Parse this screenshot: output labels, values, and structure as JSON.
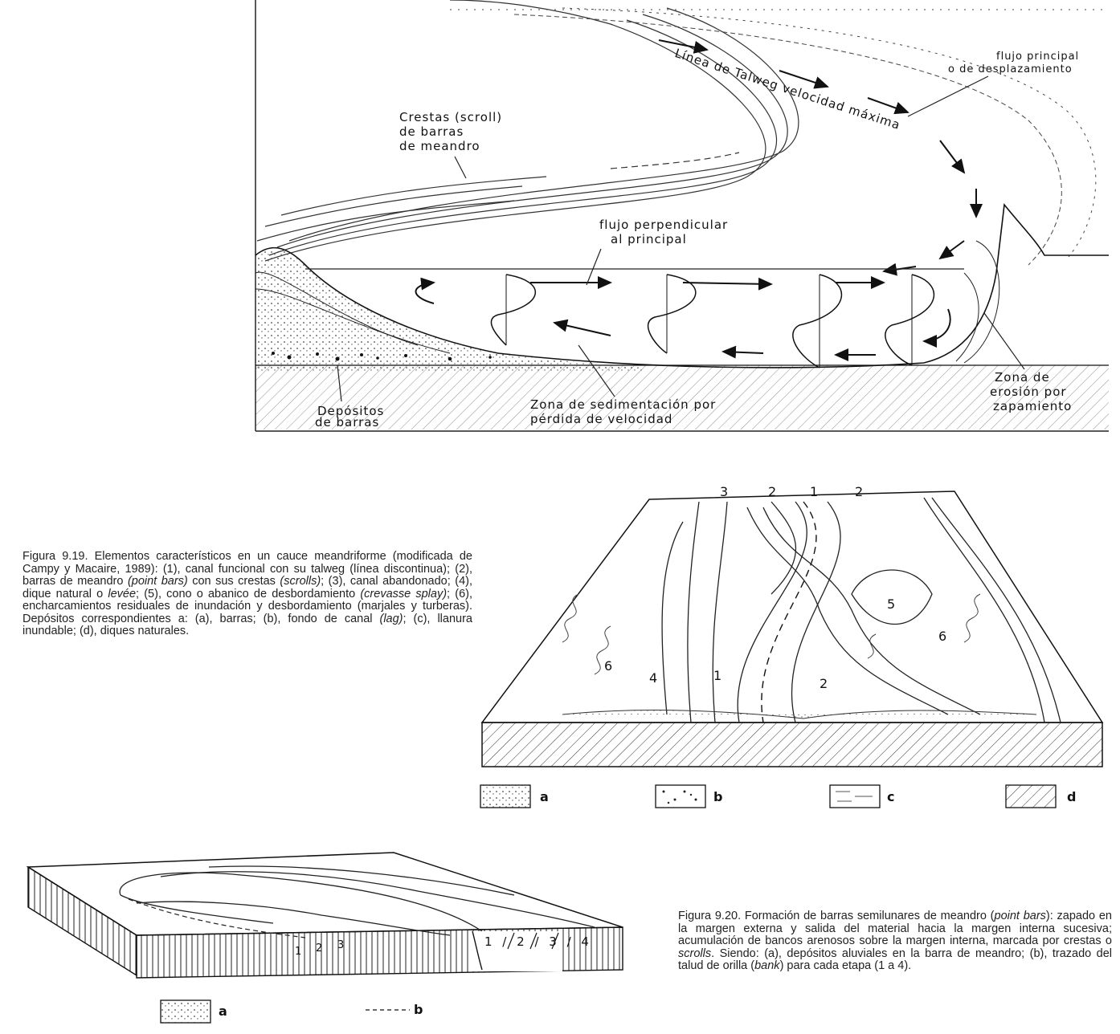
{
  "figure_top": {
    "labels": {
      "linea_talweg": "Línea de Talweg velocidad máxima",
      "flujo_principal_1": "flujo principal",
      "flujo_principal_2": "o de desplazamiento",
      "crestas_1": "Crestas (scroll)",
      "crestas_2": "de barras",
      "crestas_3": "de meandro",
      "flujo_perp_1": "flujo perpendicular",
      "flujo_perp_2": "al principal",
      "depositos_1": "Depósitos",
      "depositos_2": "de barras",
      "zona_sed_1": "Zona de sedimentación por",
      "zona_sed_2": "pérdida de velocidad",
      "zona_ero_1": "Zona de",
      "zona_ero_2": "erosión por",
      "zona_ero_3": "zapamiento"
    }
  },
  "figure_919": {
    "caption_parts": [
      "Figura 9.19. Elementos característicos en un cauce meandriforme (modificada de Campy y Macaire, 1989): (1), canal funcional con su talweg (línea discontinua); (2), barras de meandro ",
      "(point bars)",
      " con sus crestas ",
      "(scrolls)",
      "; (3), canal abandonado; (4), dique natural o ",
      "levée",
      "; (5), cono o abanico de desbordamiento ",
      "(crevasse splay)",
      "; (6), encharcamientos residuales de inundación y desbordamiento (marjales y turberas). Depósitos correspondientes a: (a), barras; (b), fondo de canal ",
      "(lag)",
      "; (c), llanura inundable; (d), diques naturales."
    ],
    "block_numbers": {
      "top": [
        "3",
        "2",
        "1",
        "2"
      ],
      "n6_left": "6",
      "n4": "4",
      "n1": "1",
      "n2": "2",
      "n5": "5",
      "n6_right": "6"
    },
    "legend": [
      {
        "key": "a"
      },
      {
        "key": "b"
      },
      {
        "key": "c"
      },
      {
        "key": "d"
      }
    ]
  },
  "figure_920": {
    "caption_parts": [
      "Figura 9.20. Formación de barras semilunares de meandro (",
      "point bars",
      "): zapado en la margen externa y salida del material hacia la margen interna sucesiva; acumulación de bancos arenosos sobre la margen interna, marcada por crestas o ",
      "scrolls",
      ". Siendo: (a), depósitos aluviales en la barra de meandro; (b), trazado del talud de orilla (",
      "bank",
      ") para cada etapa (1 a 4)."
    ],
    "stages_right": "1 / 2 / 3 / 4",
    "stages_left": [
      "1",
      "2",
      "3"
    ],
    "legend": [
      {
        "key": "a"
      },
      {
        "key": "b"
      }
    ]
  }
}
